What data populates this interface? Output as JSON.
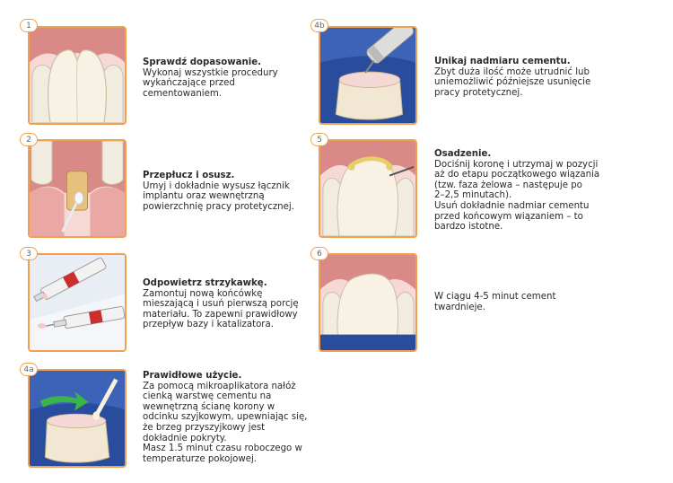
{
  "steps": [
    {
      "badge": "1",
      "title": "Sprawdź dopasowanie.",
      "body": "Wykonaj wszystkie procedury\nwykańczające przed\ncementowaniem."
    },
    {
      "badge": "2",
      "title": "Przepłucz i osusz.",
      "body": "Umyj i dokładnie wysusz łącznik\nimplantu oraz wewnętrzną\npowierzchnię pracy protetycznej."
    },
    {
      "badge": "3",
      "title": "Odpowietrz strzykawkę.",
      "body": "Zamontuj nową końcówkę\nmieszającą i usuń pierwszą porcję\nmateriału. To zapewni prawidłowy\nprzepływ bazy i katalizatora."
    },
    {
      "badge": "4a",
      "title": "Prawidłowe użycie.",
      "body": "Za pomocą mikroaplikatora nałóż\ncienką warstwę cementu na\nwewnętrzną ścianę korony w\nodcinku szyjkowym, upewniając się,\nże brzeg przyszyjkowy jest\ndokładnie pokryty.\nMasz 1.5 minut czasu roboczego w\ntemperaturze pokojowej."
    },
    {
      "badge": "4b",
      "title": "Unikaj nadmiaru cementu.",
      "body": "Zbyt duża ilość może utrudnić lub\nuniemożliwić późniejsze usunięcie\npracy protetycznej."
    },
    {
      "badge": "5",
      "title": "Osadzenie.",
      "body": "Dociśnij koronę i utrzymaj w pozycji\naż do etapu początkowego wiązania\n(tzw. faza żelowa – następuje po\n2–2,5 minutach).\nUsuń dokładnie nadmiar cementu\nprzed końcowym wiązaniem – to\nbardzo istotne."
    },
    {
      "badge": "6",
      "title": "",
      "body": "W ciągu 4-5 minut cement\ntwardnieje."
    }
  ]
}
